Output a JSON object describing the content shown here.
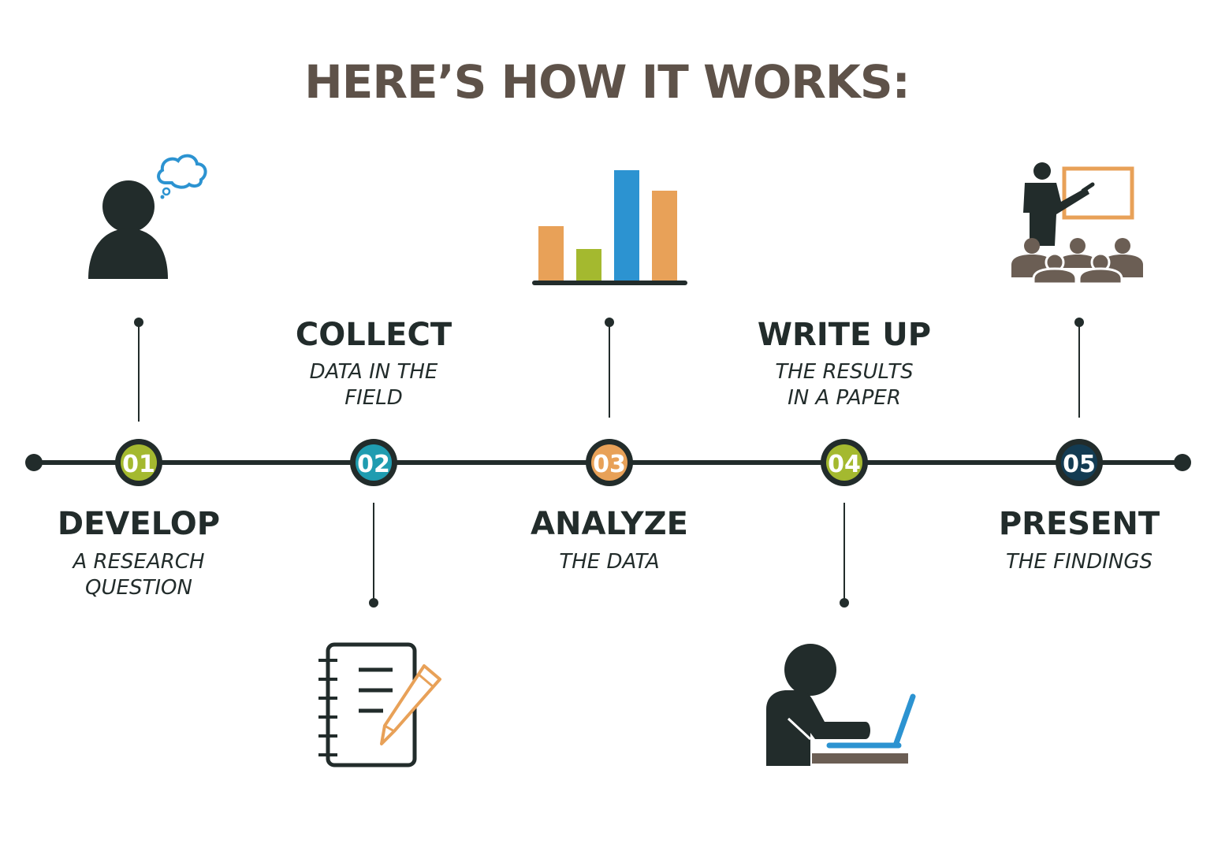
{
  "title": "HERE’S HOW IT WORKS:",
  "colors": {
    "dark": "#222c2b",
    "brown": "#6b5e54",
    "green": "#a4b92f",
    "teal": "#1f9cb0",
    "orange": "#e8a158",
    "navy": "#133b52",
    "blue": "#2c93d1"
  },
  "steps": [
    {
      "number": "01",
      "title": "DEVELOP",
      "subtitle_lines": [
        "A RESEARCH",
        "QUESTION"
      ],
      "color": "#a4b92f",
      "icon": "person-thinking-icon"
    },
    {
      "number": "02",
      "title": "COLLECT",
      "subtitle_lines": [
        "DATA IN THE",
        "FIELD"
      ],
      "color": "#1f9cb0",
      "icon": "notebook-pencil-icon"
    },
    {
      "number": "03",
      "title": "ANALYZE",
      "subtitle_lines": [
        "THE DATA"
      ],
      "color": "#e8a158",
      "icon": "bar-chart-icon"
    },
    {
      "number": "04",
      "title": "WRITE UP",
      "subtitle_lines": [
        "THE RESULTS",
        "IN A PAPER"
      ],
      "color": "#a4b92f",
      "icon": "person-laptop-icon"
    },
    {
      "number": "05",
      "title": "PRESENT",
      "subtitle_lines": [
        "THE FINDINGS"
      ],
      "color": "#133b52",
      "icon": "presenter-audience-icon"
    }
  ]
}
